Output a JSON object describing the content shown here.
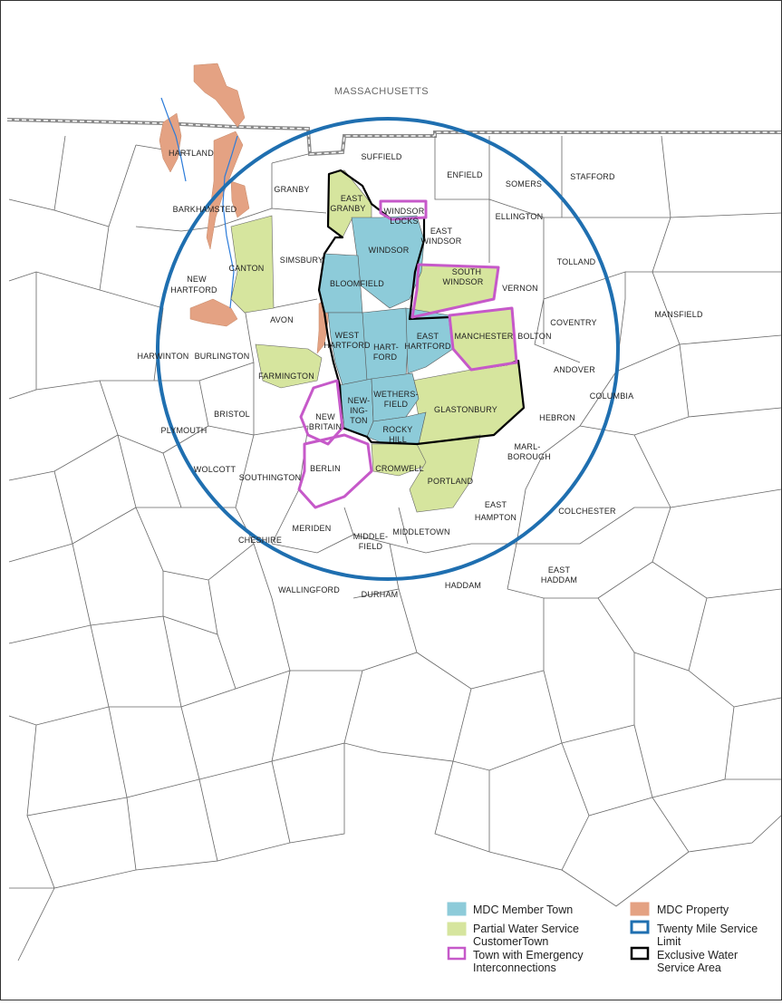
{
  "map": {
    "state_label": "MASSACHUSETTS",
    "colors": {
      "member": "#8dcbd9",
      "partial": "#d6e59e",
      "property": "#e4a283",
      "twenty_mile": "#1f6fb0",
      "emergency": "#c659c9",
      "exclusive": "#000000",
      "town_line": "#666666"
    },
    "towns": {
      "hartland": "HARTLAND",
      "suffield": "SUFFIELD",
      "enfield": "ENFIELD",
      "somers": "SOMERS",
      "stafford": "STAFFORD",
      "granby": "GRANBY",
      "east_granby_1": "EAST",
      "east_granby_2": "GRANBY",
      "windsor_locks_1": "WINDSOR",
      "windsor_locks_2": "LOCKS",
      "barkhamsted": "BARKHAMSTED",
      "ellington": "ELLINGTON",
      "east_windsor_1": "EAST",
      "east_windsor_2": "WINDSOR",
      "windsor": "WINDSOR",
      "simsbury": "SIMSBURY",
      "canton": "CANTON",
      "south_windsor_1": "SOUTH",
      "south_windsor_2": "WINDSOR",
      "tolland": "TOLLAND",
      "new_hartford_1": "NEW",
      "new_hartford_2": "HARTFORD",
      "bloomfield": "BLOOMFIELD",
      "vernon": "VERNON",
      "avon": "AVON",
      "coventry": "COVENTRY",
      "mansfield": "MANSFIELD",
      "west_hartford_1": "WEST",
      "west_hartford_2": "HARTFORD",
      "hartford_1": "HART-",
      "hartford_2": "FORD",
      "east_hartford_1": "EAST",
      "east_hartford_2": "HARTFORD",
      "manchester": "MANCHESTER",
      "bolton": "BOLTON",
      "harwinton": "HARWINTON",
      "burlington": "BURLINGTON",
      "andover": "ANDOVER",
      "farmington": "FARMINGTON",
      "columbia": "COLUMBIA",
      "newington_1": "NEW-",
      "newington_2": "ING-",
      "newington_3": "TON",
      "wethersfield_1": "WETHERS-",
      "wethersfield_2": "FIELD",
      "glastonbury": "GLASTONBURY",
      "new_britain_1": "NEW",
      "new_britain_2": "BRITAIN",
      "bristol": "BRISTOL",
      "hebron": "HEBRON",
      "plymouth": "PLYMOUTH",
      "rocky_hill_1": "ROCKY",
      "rocky_hill_2": "HILL",
      "marlborough_1": "MARL-",
      "marlborough_2": "BOROUGH",
      "berlin": "BERLIN",
      "wolcott": "WOLCOTT",
      "southington": "SOUTHINGTON",
      "cromwell": "CROMWELL",
      "portland": "PORTLAND",
      "east_hampton_1": "EAST",
      "east_hampton_2": "HAMPTON",
      "colchester": "COLCHESTER",
      "meriden": "MERIDEN",
      "cheshire": "CHESHIRE",
      "middlefield_1": "MIDDLE-",
      "middlefield_2": "FIELD",
      "middletown": "MIDDLETOWN",
      "east_haddam_1": "EAST",
      "east_haddam_2": "HADDAM",
      "wallingford": "WALLINGFORD",
      "durham": "DURHAM",
      "haddam": "HADDAM"
    }
  },
  "legend": {
    "member_town": "MDC Member Town",
    "mdc_property": "MDC Property",
    "partial_1": "Partial Water Service",
    "partial_2": "CustomerTown",
    "twenty_mile_1": "Twenty Mile Service",
    "twenty_mile_2": "Limit",
    "emergency_1": "Town with Emergency",
    "emergency_2": "Interconnections",
    "exclusive_1": "Exclusive Water",
    "exclusive_2": "Service Area"
  }
}
